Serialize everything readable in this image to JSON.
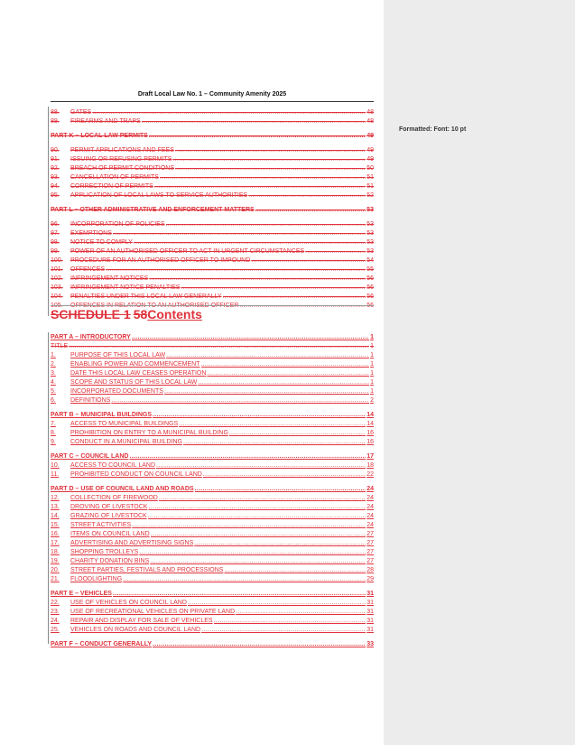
{
  "header": {
    "title": "Draft Local Law No. 1 – Community Amenity 2025"
  },
  "comment_pane": {
    "label": "Formatted: Font: 10 pt"
  },
  "schedule_heading": {
    "deleted": "SCHEDULE 1",
    "deleted2": "58",
    "inserted": "Contents"
  },
  "old_toc": [
    {
      "num": "88.",
      "text": "GATES",
      "page": "48",
      "part": false,
      "gap": 0
    },
    {
      "num": "89.",
      "text": "FIREARMS AND TRAPS",
      "page": "48",
      "part": false,
      "gap": 0
    },
    {
      "num": "",
      "text": "PART K – LOCAL LAW PERMITS",
      "page": "49",
      "part": true,
      "gap": 6
    },
    {
      "num": "90.",
      "text": "PERMIT APPLICATIONS AND FEES",
      "page": "49",
      "part": false,
      "gap": 6
    },
    {
      "num": "91.",
      "text": "ISSUING OR REFUSING PERMITS",
      "page": "49",
      "part": false,
      "gap": 0
    },
    {
      "num": "92.",
      "text": "BREACH OF PERMIT CONDITIONS",
      "page": "50",
      "part": false,
      "gap": 0
    },
    {
      "num": "93.",
      "text": "CANCELLATION OF PERMITS",
      "page": "51",
      "part": false,
      "gap": 0
    },
    {
      "num": "94.",
      "text": "CORRECTION OF PERMITS",
      "page": "51",
      "part": false,
      "gap": 0
    },
    {
      "num": "95.",
      "text": "APPLICATION OF LOCAL LAWS TO SERVICE AUTHORITIES",
      "page": "52",
      "part": false,
      "gap": 0
    },
    {
      "num": "",
      "text": "PART L – OTHER ADMINISTRATIVE AND ENFORCEMENT MATTERS",
      "page": "53",
      "part": true,
      "gap": 6
    },
    {
      "num": "96.",
      "text": "INCORPORATION OF POLICIES",
      "page": "53",
      "part": false,
      "gap": 6
    },
    {
      "num": "97.",
      "text": "EXEMPTIONS",
      "page": "53",
      "part": false,
      "gap": 0
    },
    {
      "num": "98.",
      "text": "NOTICE TO COMPLY",
      "page": "53",
      "part": false,
      "gap": 0
    },
    {
      "num": "99.",
      "text": "POWER OF AN AUTHORISED OFFICER TO ACT IN URGENT CIRCUMSTANCES",
      "page": "53",
      "part": false,
      "gap": 0
    },
    {
      "num": "100.",
      "text": "PROCEDURE FOR AN AUTHORISED OFFICER TO IMPOUND",
      "page": "54",
      "part": false,
      "gap": 0
    },
    {
      "num": "101.",
      "text": "OFFENCES",
      "page": "55",
      "part": false,
      "gap": 0
    },
    {
      "num": "102.",
      "text": "INFRINGEMENT NOTICES",
      "page": "56",
      "part": false,
      "gap": 0
    },
    {
      "num": "103.",
      "text": "INFRINGEMENT NOTICE PENALTIES",
      "page": "56",
      "part": false,
      "gap": 0
    },
    {
      "num": "104.",
      "text": "PENALTIES UNDER THIS LOCAL LAW GENERALLY",
      "page": "56",
      "part": false,
      "gap": 0
    },
    {
      "num": "105.",
      "text": "OFFENCES IN RELATION TO AN AUTHORISED OFFICER",
      "page": "56",
      "part": false,
      "gap": 0
    }
  ],
  "new_toc": [
    {
      "num": "",
      "text": "PART A – INTRODUCTORY",
      "page": "1",
      "part": true,
      "gap": 0
    },
    {
      "num": "",
      "text": "TITLE",
      "page": "1",
      "part": false,
      "plain": true,
      "gap": 0
    },
    {
      "num": "1.",
      "text": "PURPOSE OF THIS LOCAL LAW",
      "page": "1",
      "part": false,
      "gap": 0
    },
    {
      "num": "2.",
      "text": "ENABLING POWER AND COMMENCEMENT",
      "page": "1",
      "part": false,
      "gap": 0
    },
    {
      "num": "3.",
      "text": "DATE THIS LOCAL LAW CEASES OPERATION",
      "page": "1",
      "part": false,
      "gap": 0
    },
    {
      "num": "4.",
      "text": "SCOPE AND STATUS OF THIS LOCAL LAW",
      "page": "1",
      "part": false,
      "gap": 0
    },
    {
      "num": "5.",
      "text": "INCORPORATED DOCUMENTS",
      "page": "1",
      "part": false,
      "gap": 0
    },
    {
      "num": "6.",
      "text": "DEFINITIONS",
      "page": "2",
      "part": false,
      "gap": 0
    },
    {
      "num": "",
      "text": "PART B – MUNICIPAL BUILDINGS",
      "page": "14",
      "part": true,
      "gap": 6
    },
    {
      "num": "7.",
      "text": "ACCESS TO MUNICIPAL BUILDINGS",
      "page": "14",
      "part": false,
      "gap": 0
    },
    {
      "num": "8.",
      "text": "PROHIBITION ON ENTRY TO A MUNICIPAL BUILDING",
      "page": "16",
      "part": false,
      "gap": 0
    },
    {
      "num": "9.",
      "text": "CONDUCT IN A MUNICIPAL BUILDING",
      "page": "16",
      "part": false,
      "gap": 0
    },
    {
      "num": "",
      "text": "PART C – COUNCIL LAND",
      "page": "17",
      "part": true,
      "gap": 6
    },
    {
      "num": "10.",
      "text": "ACCESS TO COUNCIL LAND",
      "page": "18",
      "part": false,
      "gap": 0
    },
    {
      "num": "11.",
      "text": "PROHIBITED CONDUCT ON COUNCIL LAND",
      "page": "22",
      "part": false,
      "gap": 0
    },
    {
      "num": "",
      "text": "PART D – USE OF COUNCIL LAND AND ROADS",
      "page": "24",
      "part": true,
      "gap": 6
    },
    {
      "num": "12.",
      "text": "COLLECTION OF FIREWOOD",
      "page": "24",
      "part": false,
      "gap": 0
    },
    {
      "num": "13.",
      "text": "DROVING OF LIVESTOCK",
      "page": "24",
      "part": false,
      "gap": 0
    },
    {
      "num": "14.",
      "text": "GRAZING OF LIVESTOCK",
      "page": "24",
      "part": false,
      "gap": 0
    },
    {
      "num": "15.",
      "text": "STREET ACTIVITIES",
      "page": "24",
      "part": false,
      "gap": 0
    },
    {
      "num": "16.",
      "text": "ITEMS ON COUNCIL LAND",
      "page": "27",
      "part": false,
      "gap": 0
    },
    {
      "num": "17.",
      "text": "ADVERTISING AND ADVERTISING SIGNS",
      "page": "27",
      "part": false,
      "gap": 0
    },
    {
      "num": "18.",
      "text": "SHOPPING TROLLEYS",
      "page": "27",
      "part": false,
      "gap": 0
    },
    {
      "num": "19.",
      "text": "CHARITY DONATION BINS",
      "page": "27",
      "part": false,
      "gap": 0
    },
    {
      "num": "20.",
      "text": "STREET PARTIES, FESTIVALS AND PROCESSIONS",
      "page": "28",
      "part": false,
      "gap": 0
    },
    {
      "num": "21.",
      "text": "FLOODLIGHTING",
      "page": "29",
      "part": false,
      "gap": 0
    },
    {
      "num": "",
      "text": "PART E – VEHICLES",
      "page": "31",
      "part": true,
      "gap": 6
    },
    {
      "num": "22.",
      "text": "USE OF VEHICLES ON COUNCIL LAND",
      "page": "31",
      "part": false,
      "gap": 0
    },
    {
      "num": "23.",
      "text": "USE OF RECREATIONAL VEHICLES ON PRIVATE LAND",
      "page": "31",
      "part": false,
      "gap": 0
    },
    {
      "num": "24.",
      "text": "REPAIR AND DISPLAY FOR SALE OF VEHICLES",
      "page": "31",
      "part": false,
      "gap": 0
    },
    {
      "num": "25.",
      "text": "VEHICLES ON ROADS AND COUNCIL LAND",
      "page": "31",
      "part": false,
      "gap": 0
    },
    {
      "num": "",
      "text": "PART F – CONDUCT GENERALLY",
      "page": "33",
      "part": true,
      "gap": 6
    }
  ]
}
